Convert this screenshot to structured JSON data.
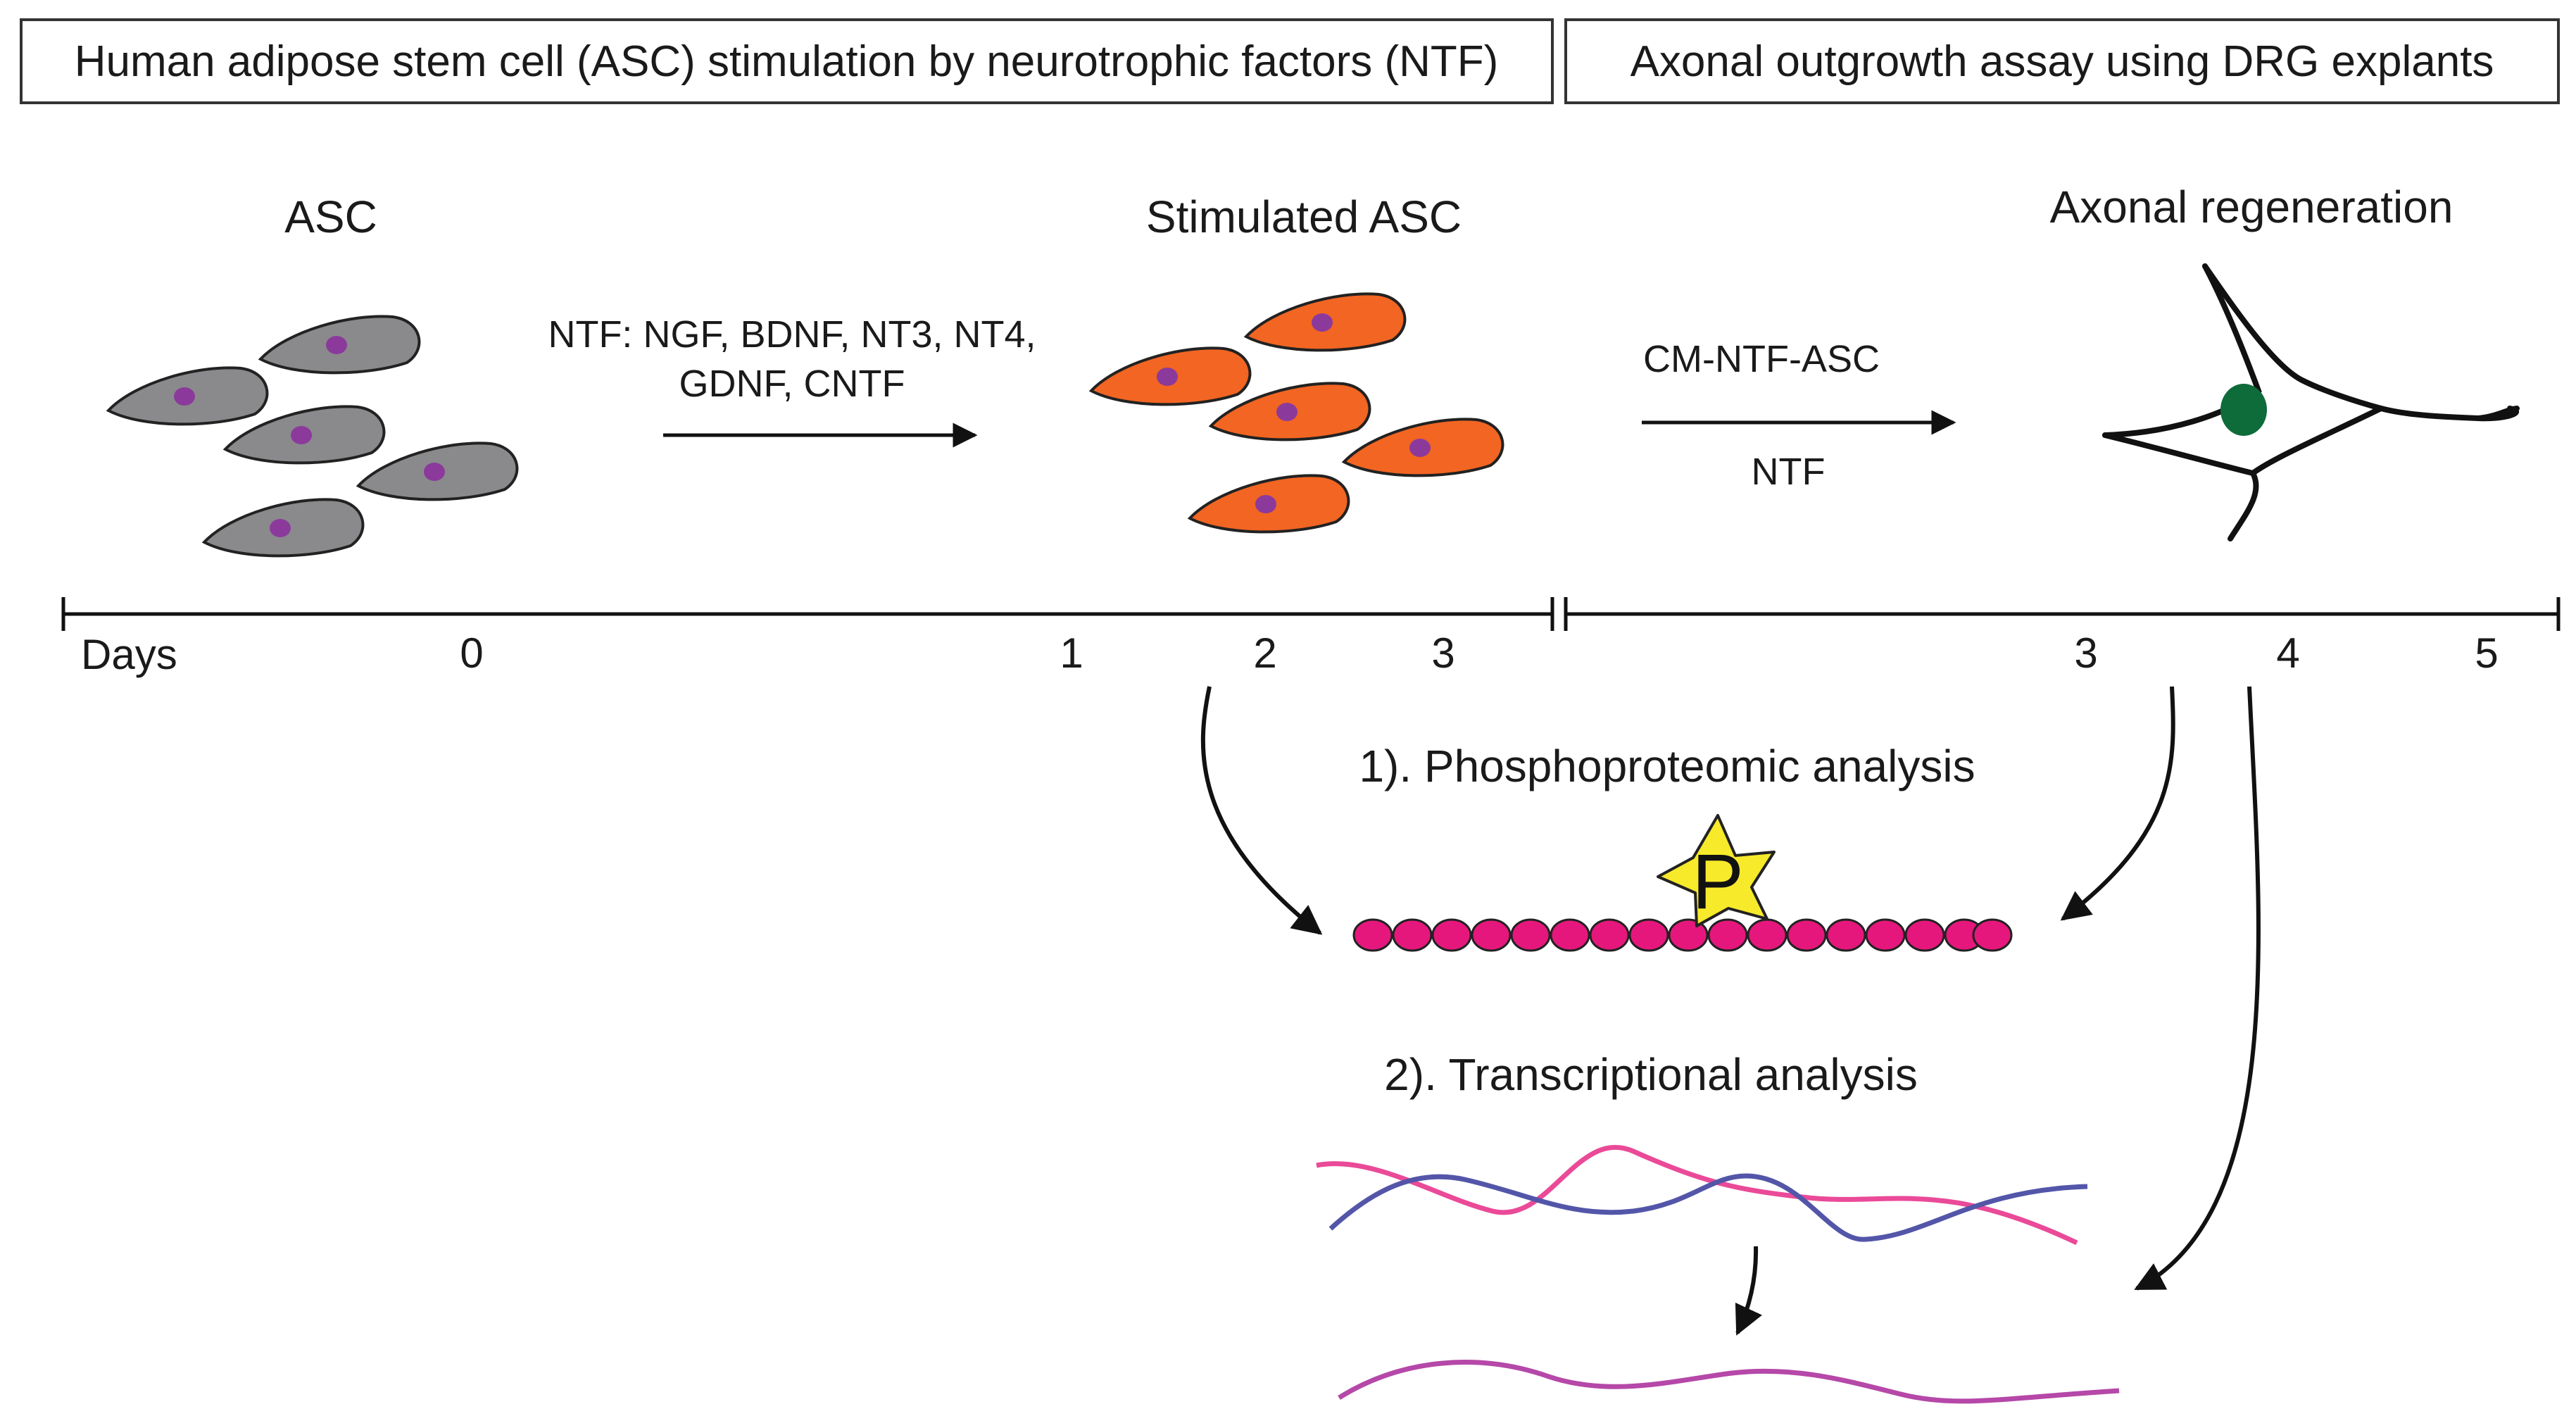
{
  "header": {
    "left_title": "Human adipose stem cell (ASC) stimulation by neurotrophic factors (NTF)",
    "right_title": "Axonal outgrowth assay using DRG explants"
  },
  "stages": {
    "asc": "ASC",
    "stimulated": "Stimulated ASC",
    "regeneration": "Axonal regeneration"
  },
  "arrows": {
    "ntf_line1": "NTF: NGF, BDNF, NT3, NT4,",
    "ntf_line2": "GDNF, CNTF",
    "cm_label": "CM-NTF-ASC",
    "ntf_label": "NTF"
  },
  "timeline": {
    "days_label": "Days",
    "left_ticks": [
      "0",
      "1",
      "2",
      "3"
    ],
    "right_ticks": [
      "3",
      "4",
      "5"
    ]
  },
  "analyses": {
    "phospho": "1). Phosphoproteomic analysis",
    "phospho_marker": "P",
    "transcript": "2). Transcriptional analysis"
  },
  "colors": {
    "asc_cell": "#8a8a8c",
    "stimulated_cell": "#f26522",
    "nucleus": "#8b3a9c",
    "neuron_nucleus": "#0e6b3a",
    "bead": "#e6177c",
    "star": "#f7ea2b",
    "wave_pink": "#ea4a98",
    "wave_blue": "#5356a8",
    "wave_magenta": "#b548a8"
  },
  "icons": [
    "cell-icon",
    "neuron-icon",
    "phospho-star-icon",
    "mrna-wave-icon"
  ]
}
